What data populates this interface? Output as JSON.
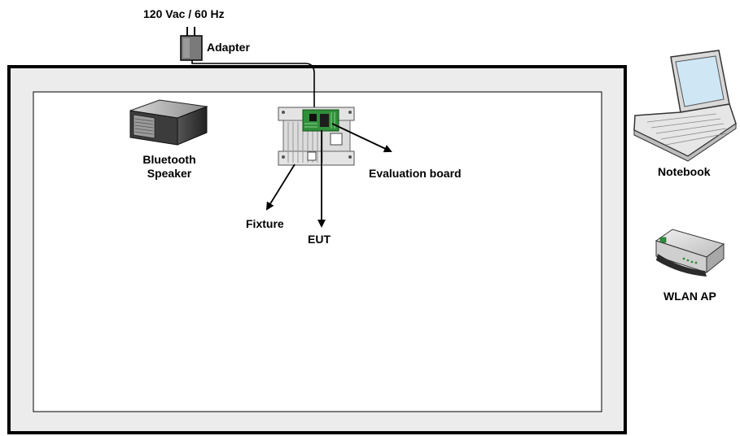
{
  "labels": {
    "power_source": "120 Vac / 60 Hz",
    "adapter": "Adapter",
    "speaker_line1": "Bluetooth",
    "speaker_line2": "Speaker",
    "evaluation_board": "Evaluation board",
    "fixture": "Fixture",
    "eut": "EUT",
    "notebook": "Notebook",
    "wlan_ap": "WLAN AP"
  },
  "colors": {
    "outline": "#000000",
    "frame_fill": "#ececec",
    "inner_fill": "#ffffff",
    "board_green": "#2f8f3a",
    "device_gray": "#6a6a6a"
  },
  "icons": [
    "plug-adapter-icon",
    "speaker-icon",
    "fixture-board-icon",
    "notebook-icon",
    "router-icon"
  ]
}
